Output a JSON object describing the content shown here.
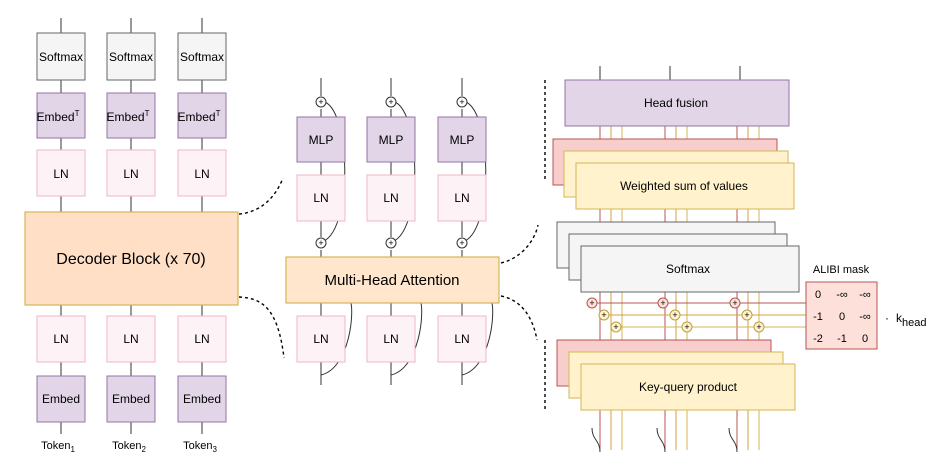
{
  "left_stack": {
    "softmax_label": "Softmax",
    "embed_t_label": "Embed",
    "embed_t_sup": "T",
    "ln_label": "LN",
    "embed_label": "Embed",
    "tokens": [
      {
        "base": "Token",
        "sub": "1"
      },
      {
        "base": "Token",
        "sub": "2"
      },
      {
        "base": "Token",
        "sub": "3"
      }
    ]
  },
  "decoder_block_label": "Decoder Block (x 70)",
  "middle": {
    "mlp_label": "MLP",
    "ln_label": "LN",
    "mha_label": "Multi-Head Attention"
  },
  "right": {
    "head_fusion_label": "Head fusion",
    "weighted_sum_label": "Weighted sum of values",
    "softmax_label": "Softmax",
    "key_query_label": "Key-query product",
    "alibi_title": "ALIBI mask",
    "alibi_rows": [
      [
        "0",
        "-∞",
        "-∞"
      ],
      [
        "-1",
        "0",
        "-∞"
      ],
      [
        "-2",
        "-1",
        "0"
      ]
    ],
    "k_prefix": "·",
    "k_base": "k",
    "k_sub": "head"
  },
  "colors": {
    "embed_purple": "#e1d5e7",
    "ln_pink": "#fdf3f6",
    "decoder_orange": "#ffe0c7",
    "values_yellow": "#fff2cc",
    "red": "#f8cecc"
  }
}
